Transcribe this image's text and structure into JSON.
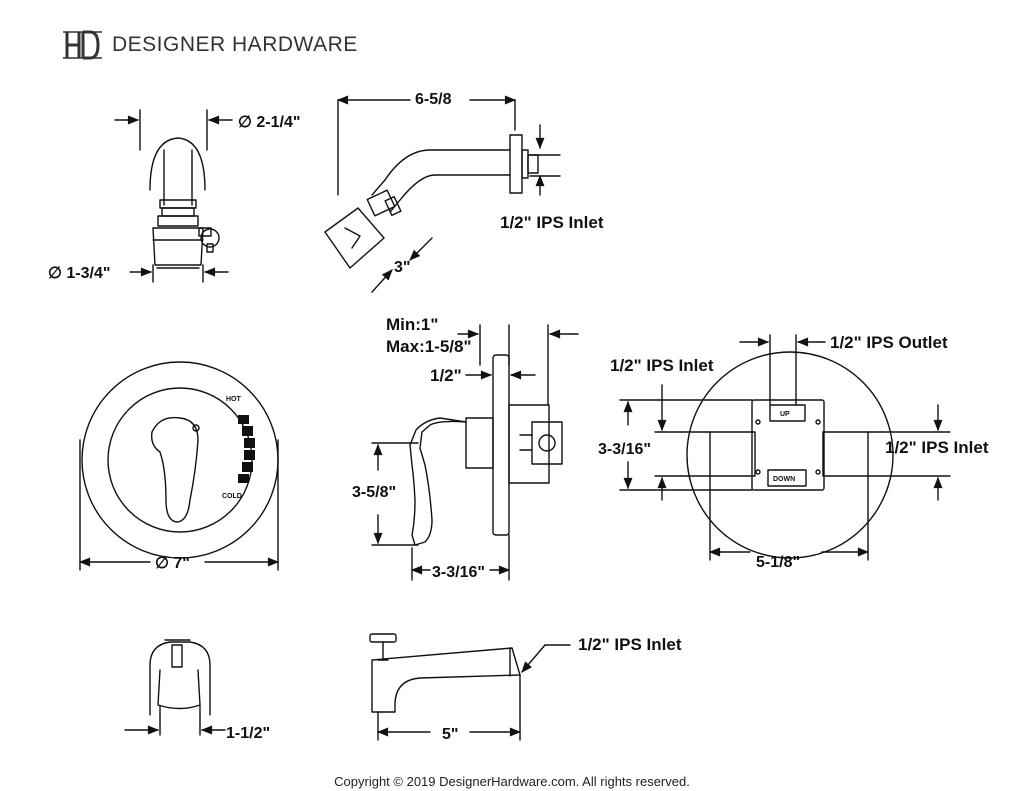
{
  "brand": {
    "mark": "HD",
    "name": "DESIGNER HARDWARE"
  },
  "shower_head": {
    "flange_dia": "∅ 2-1/4\"",
    "head_dia": "∅ 1-3/4\"",
    "arm_length": "6-5/8",
    "arm_drop": "3\"",
    "inlet": "1/2\" IPS Inlet"
  },
  "valve_front": {
    "plate_dia": "∅ 7\"",
    "hot": "HOT",
    "cold": "COLD"
  },
  "valve_side": {
    "min": "Min:1\"",
    "max": "Max:1-5/8\"",
    "half": "1/2\"",
    "height": "3-5/8\"",
    "depth": "3-3/16\""
  },
  "valve_rear": {
    "inlet_top": "1/2\" IPS Inlet",
    "outlet": "1/2\" IPS Outlet",
    "inlet_right": "1/2\" IPS Inlet",
    "height": "3-3/16\"",
    "width": "5-1/8\"",
    "up": "UP",
    "down": "DOWN"
  },
  "tub_spout": {
    "inlet": "1/2\" IPS Inlet",
    "length": "5\"",
    "dia": "1-1/2\""
  },
  "footer": {
    "copyright": "Copyright © 2019 DesignerHardware.com. All rights reserved."
  }
}
